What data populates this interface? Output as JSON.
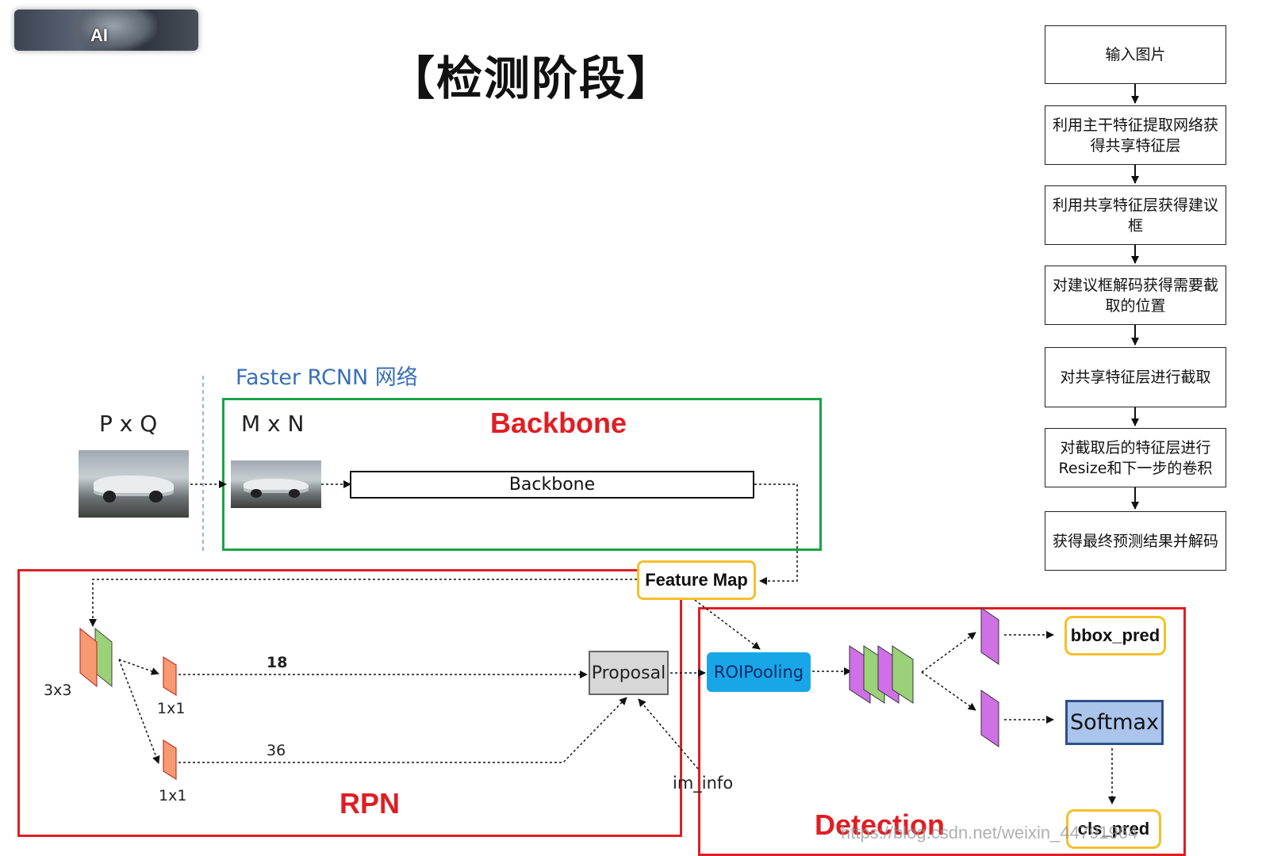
{
  "webcam": {
    "label": "AI"
  },
  "title": "【检测阶段】",
  "flowchart": {
    "steps": [
      "输入图片",
      "利用主干特征提取网络获得共享特征层",
      "利用共享特征层获得建议框",
      "对建议框解码获得需要截取的位置",
      "对共享特征层进行截取",
      "对截取后的特征层进行Resize和下一步的卷积",
      "获得最终预测结果并解码"
    ]
  },
  "diagram": {
    "network_label": "Faster RCNN 网络",
    "input_size": "P x Q",
    "resized_size": "M x N",
    "backbone_region_label": "Backbone",
    "backbone_block_label": "Backbone",
    "feature_map": "Feature Map",
    "rpn": {
      "region_label": "RPN",
      "conv3x3": "3x3",
      "conv1x1_top": "1x1",
      "conv1x1_bottom": "1x1",
      "channels_top": "18",
      "channels_bottom": "36",
      "proposal": "Proposal",
      "im_info": "im_info"
    },
    "detection": {
      "region_label": "Detection",
      "roi_pooling": "ROIPooling",
      "bbox_pred": "bbox_pred",
      "softmax": "Softmax",
      "cls_pred": "cls_pred"
    }
  },
  "watermark": "https://blog.csdn.net/weixin_44791964",
  "colors": {
    "backbone_frame": "#1aa34a",
    "region_frame": "#e01e25",
    "highlight_frame": "#f6bf2a",
    "roi_fill": "#19a6e8",
    "softmax_fill": "#aac4ec",
    "feature_orange": "#f79a72",
    "feature_green": "#9ad179",
    "feature_purple": "#d070e6"
  }
}
